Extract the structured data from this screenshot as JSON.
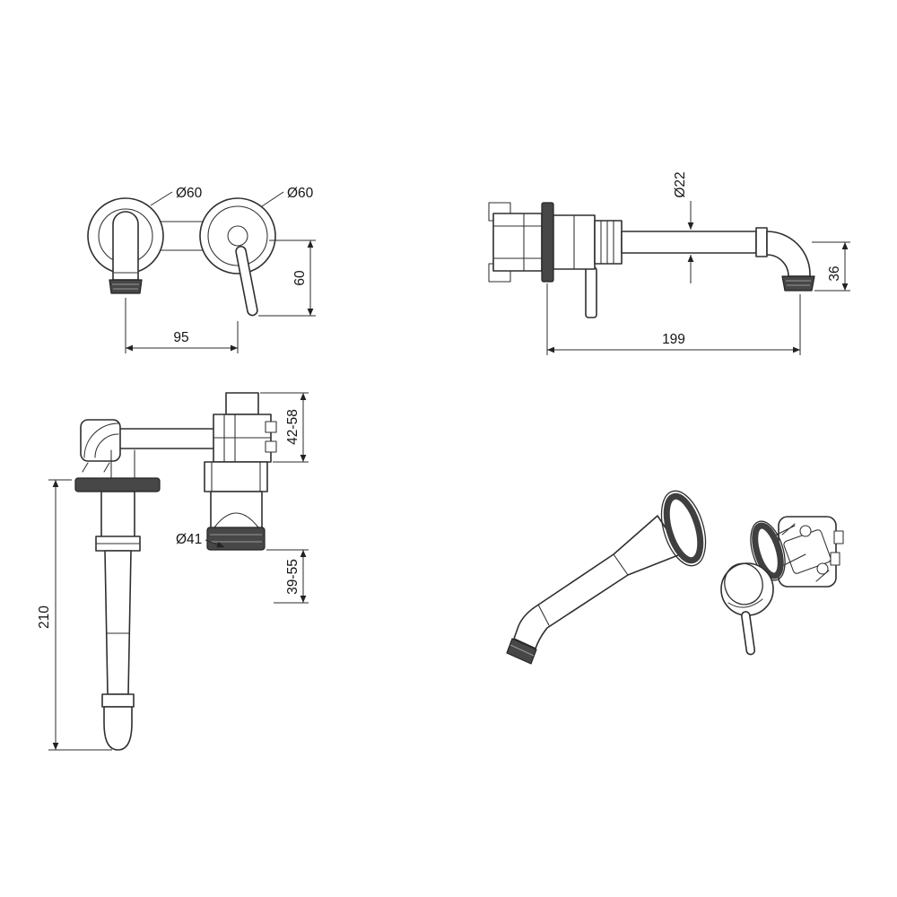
{
  "views": {
    "front": {
      "dims": {
        "left_plate_diameter": "Ø60",
        "right_plate_diameter": "Ø60",
        "handle_drop": "60",
        "centres_distance": "95"
      }
    },
    "side": {
      "dims": {
        "spout_tube_diameter": "Ø22",
        "aerator_drop": "36",
        "spout_projection": "199"
      }
    },
    "section": {
      "dims": {
        "upper_recess_range": "42-58",
        "trim_diameter": "Ø41",
        "lower_recess_range": "39-55",
        "overall_height": "210"
      }
    }
  }
}
